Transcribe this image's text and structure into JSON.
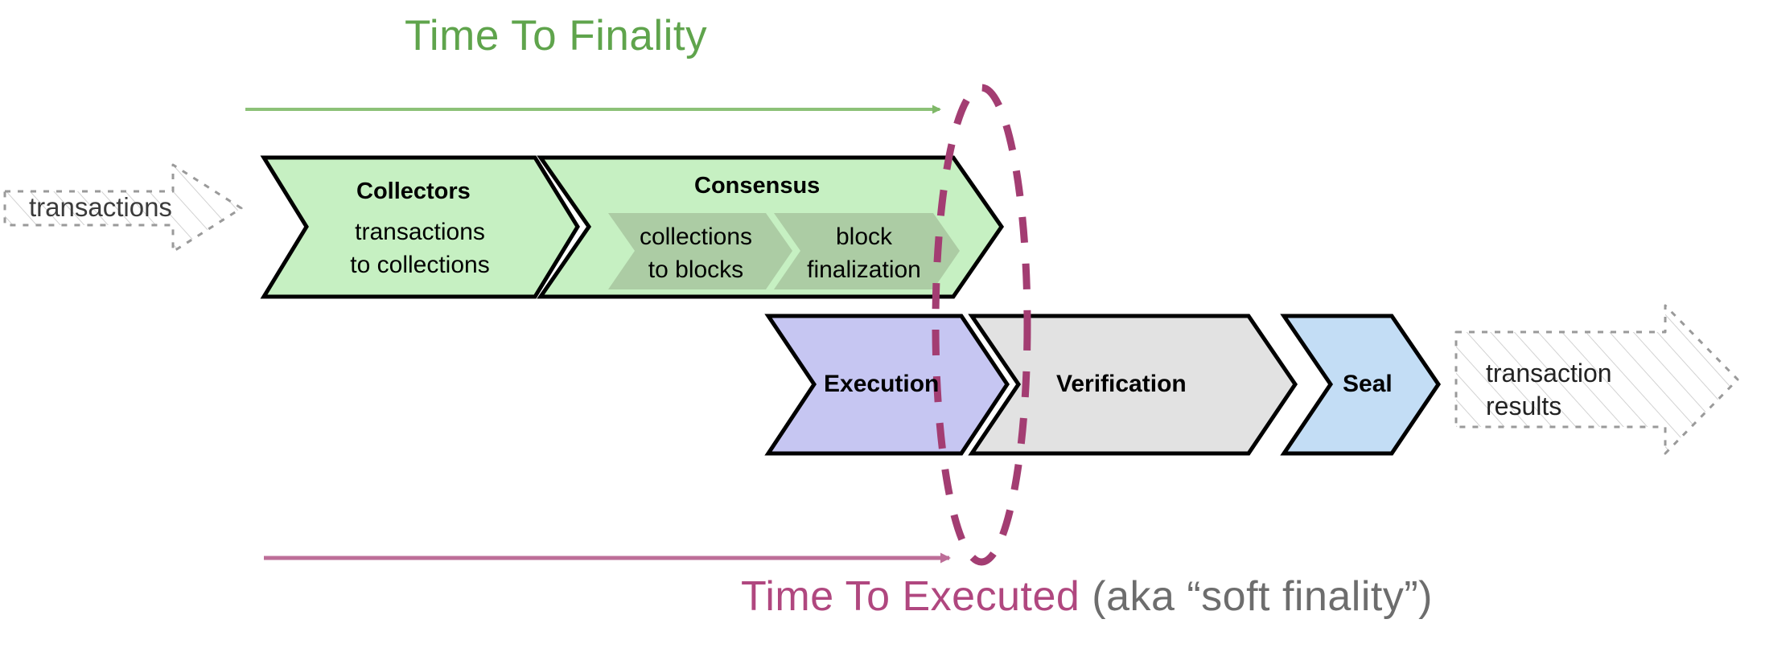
{
  "diagram": {
    "title_top": "Time To Finality",
    "title_bottom_main": "Time To Executed",
    "title_bottom_note": "(aka “soft finality”)",
    "input_arrow_label": "transactions",
    "output_arrow_label_line1": "transaction",
    "output_arrow_label_line2": "results",
    "colors": {
      "green_accent": "#5FA44C",
      "mauve_accent": "#B0477F",
      "chevron_green_fill": "#C6F0C2",
      "chevron_green_sub_fill": "#ACCCA4",
      "chevron_lavender_fill": "#C6C6F2",
      "chevron_gray_fill": "#E2E2E2",
      "chevron_blue_fill": "#C3DDF5",
      "outline": "#000000",
      "ghost_arrow_stroke": "#9a9a9a",
      "note_gray": "#6d6d6d"
    }
  },
  "pipeline": {
    "top_row": [
      {
        "id": "collectors",
        "title": "Collectors",
        "sub_line1": "transactions",
        "sub_line2": "to collections",
        "fill": "#C6F0C2"
      },
      {
        "id": "consensus",
        "title": "Consensus",
        "fill": "#C6F0C2",
        "sub_steps": [
          {
            "id": "collections-to-blocks",
            "line1": "collections",
            "line2": "to blocks"
          },
          {
            "id": "block-finalization",
            "line1": "block",
            "line2": "finalization"
          }
        ]
      }
    ],
    "bottom_row": [
      {
        "id": "execution",
        "title": "Execution",
        "fill": "#C6C6F2"
      },
      {
        "id": "verification",
        "title": "Verification",
        "fill": "#E2E2E2"
      },
      {
        "id": "seal",
        "title": "Seal",
        "fill": "#C3DDF5"
      }
    ]
  }
}
